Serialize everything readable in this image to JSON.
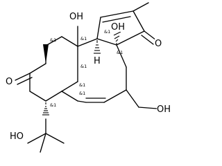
{
  "atom_labels": {
    "oh_top_left": "OH",
    "oh_top_right": "OH",
    "ketone_o_right": "O",
    "ketone_o_left": "O",
    "ho_bottom": "HO",
    "oh_right_chain": "OH",
    "h_center": "H"
  },
  "stereo_labels": {
    "c_methyl": "&1",
    "c_oh_upper": "&1",
    "c_ring_fusion": "&1",
    "c_cyclopentene": "&1",
    "c_spiro_oh": "&1",
    "c_lower_fusion": "&1",
    "c_lower_fusion_b": "&1",
    "c_isopropyl": "&1"
  }
}
